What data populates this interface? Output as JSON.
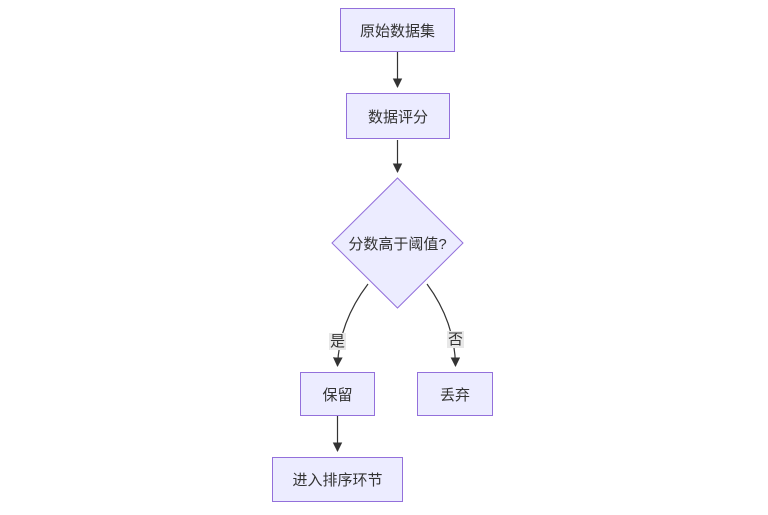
{
  "diagram": {
    "type": "flowchart",
    "direction": "top-down",
    "nodes": [
      {
        "id": "A",
        "label": "原始数据集",
        "shape": "rect"
      },
      {
        "id": "B",
        "label": "数据评分",
        "shape": "rect"
      },
      {
        "id": "C",
        "label": "分数高于阈值?",
        "shape": "diamond"
      },
      {
        "id": "D",
        "label": "保留",
        "shape": "rect"
      },
      {
        "id": "E",
        "label": "丢弃",
        "shape": "rect"
      },
      {
        "id": "F",
        "label": "进入排序环节",
        "shape": "rect"
      }
    ],
    "edges": [
      {
        "from": "A",
        "to": "B",
        "label": ""
      },
      {
        "from": "B",
        "to": "C",
        "label": ""
      },
      {
        "from": "C",
        "to": "D",
        "label": "是"
      },
      {
        "from": "C",
        "to": "E",
        "label": "否"
      },
      {
        "from": "D",
        "to": "F",
        "label": ""
      }
    ],
    "colors": {
      "node_fill": "#ECECFF",
      "node_border": "#9370DB",
      "edge_line": "#333333",
      "edge_label_bg": "#e8e8e8",
      "text": "#333333",
      "background": "#ffffff"
    }
  }
}
